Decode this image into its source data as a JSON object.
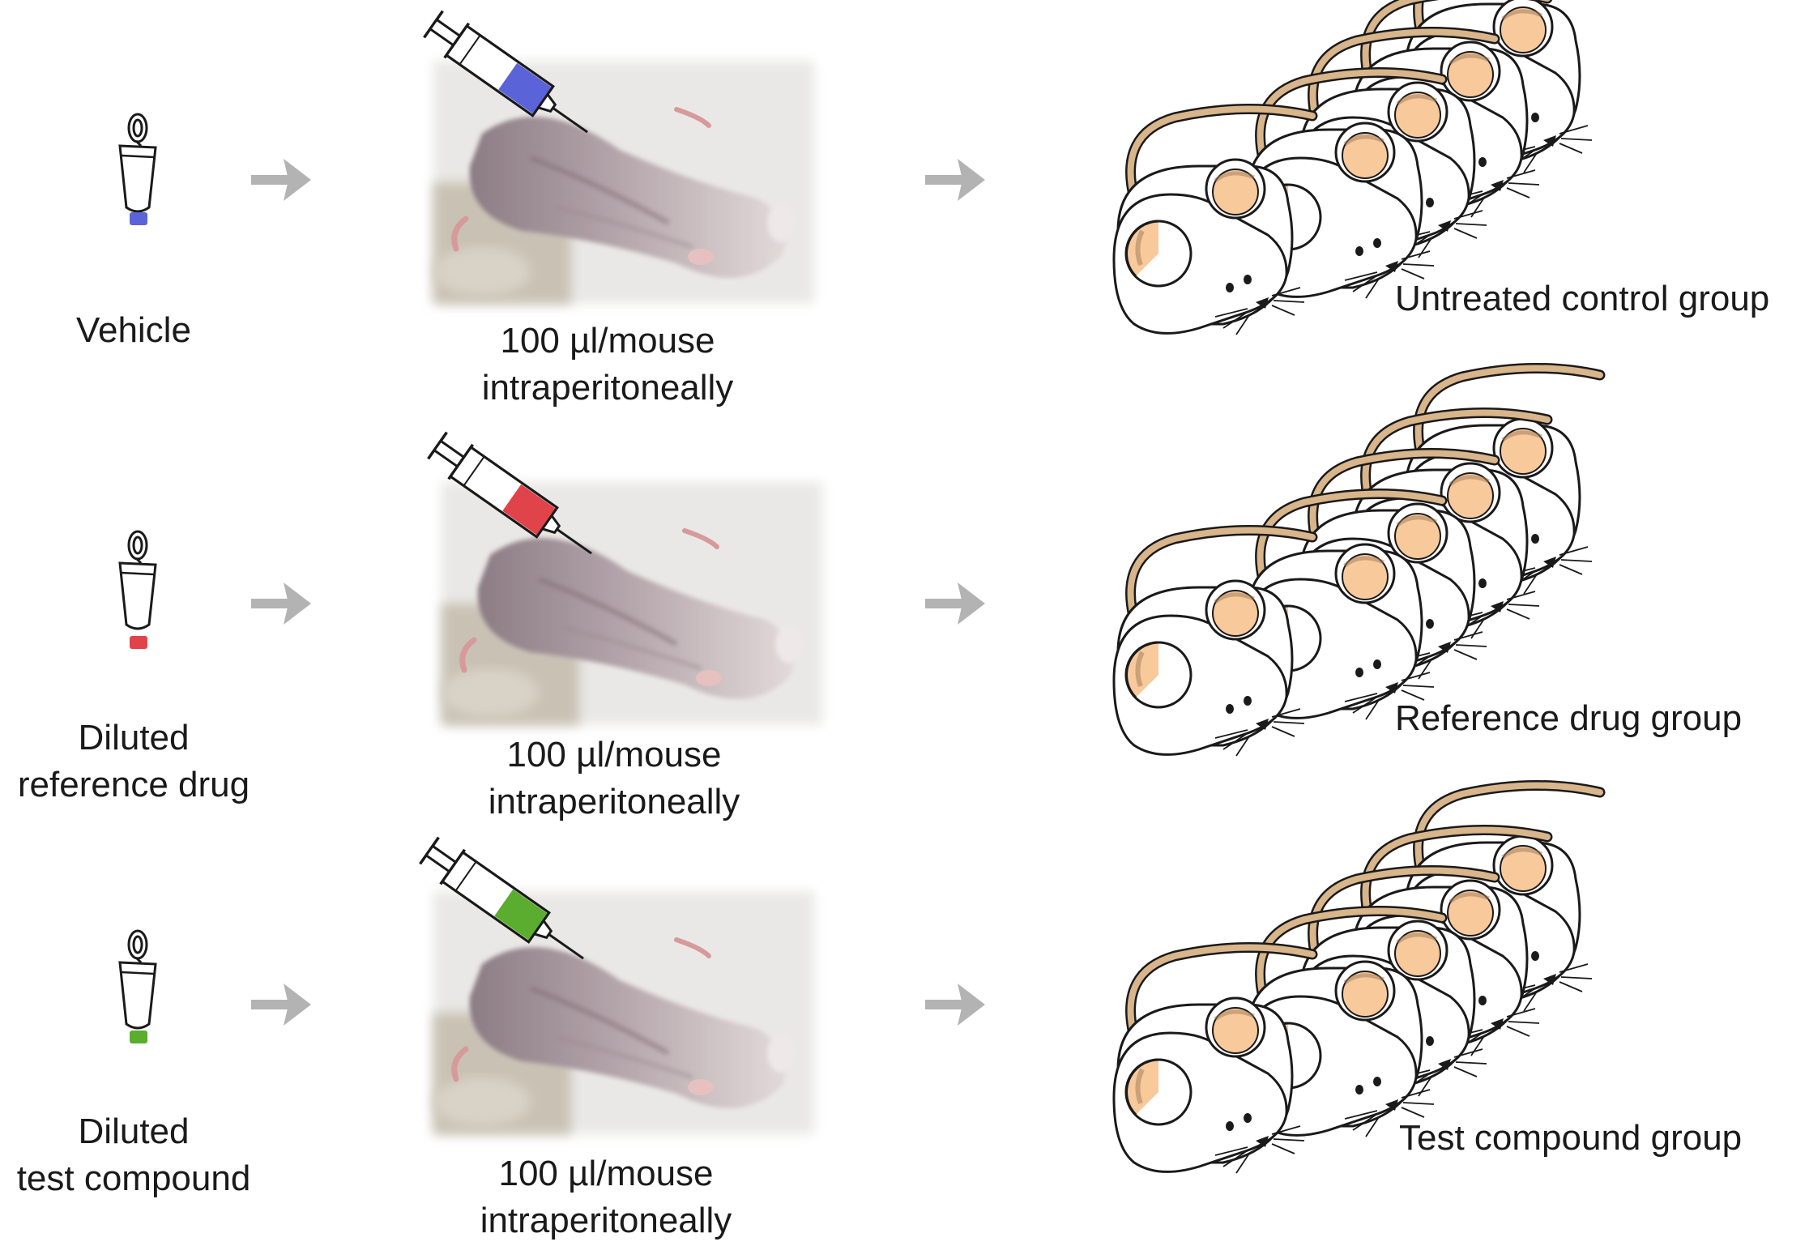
{
  "rows": [
    {
      "substance_lines": [
        "Vehicle"
      ],
      "dose_lines": [
        "100 µl/mouse",
        "intraperitoneally"
      ],
      "group_label": "Untreated control group",
      "liquid_color": "#5b63d8"
    },
    {
      "substance_lines": [
        "Diluted",
        "reference drug"
      ],
      "dose_lines": [
        "100 µl/mouse",
        "intraperitoneally"
      ],
      "group_label": "Reference drug group",
      "liquid_color": "#e0434a"
    },
    {
      "substance_lines": [
        "Diluted",
        "test compound"
      ],
      "dose_lines": [
        "100 µl/mouse",
        "intraperitoneally"
      ],
      "group_label": "Test compound group",
      "liquid_color": "#5aad2f"
    }
  ],
  "colors": {
    "arrow": "#b3b3b3",
    "ear_inner": "#f7c99b",
    "tail": "#d8b58a",
    "outline": "#1a1a1a",
    "photo_bg": "#e9e8e6",
    "fur": "#b8a8ad"
  },
  "icons": [
    "tube-icon",
    "arrow-icon",
    "syringe-icon",
    "mouse-photo",
    "mouse-icon"
  ]
}
